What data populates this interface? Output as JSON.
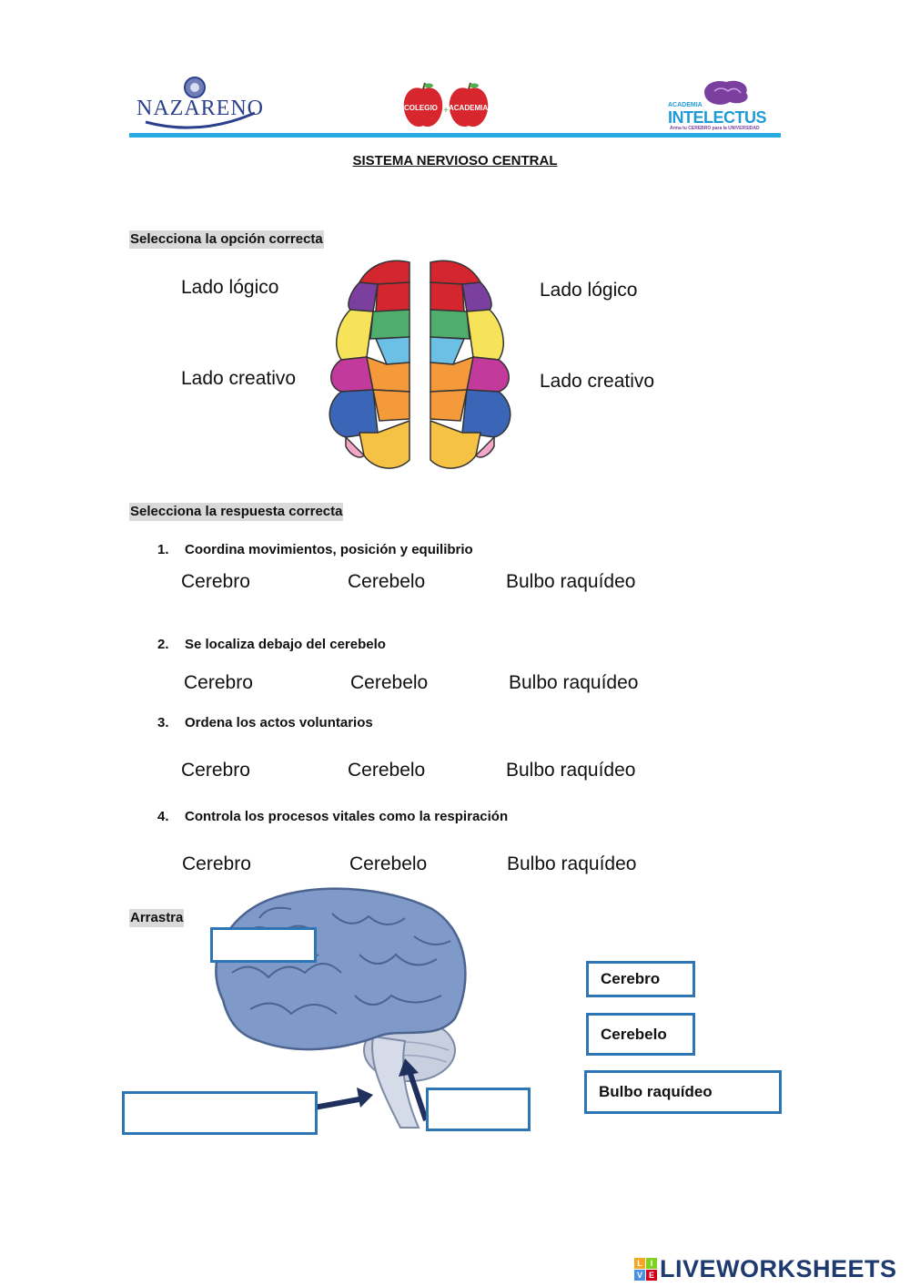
{
  "header": {
    "logo_left": "NAZARENO",
    "logo_center_left": "COLEGIO",
    "logo_center_right": "ACADEMIA",
    "logo_right_small": "ACADEMIA",
    "logo_right": "INTELECTUS",
    "logo_right_tagline": "Arma tu CEREBRO para la UNIVERSIDAD"
  },
  "title": "SISTEMA NERVIOSO CENTRAL",
  "section1": {
    "heading": "Selecciona la opción correcta",
    "left_top": "Lado lógico",
    "left_bottom": "Lado creativo",
    "right_top": "Lado lógico",
    "right_bottom": "Lado creativo"
  },
  "section2": {
    "heading": "Selecciona la respuesta correcta",
    "questions": [
      {
        "num": "1.",
        "text": "Coordina movimientos, posición y equilibrio",
        "options": [
          "Cerebro",
          "Cerebelo",
          "Bulbo raquídeo"
        ]
      },
      {
        "num": "2.",
        "text": "Se localiza debajo del cerebelo",
        "options": [
          "Cerebro",
          "Cerebelo",
          "Bulbo raquídeo"
        ]
      },
      {
        "num": "3.",
        "text": "Ordena los actos voluntarios",
        "options": [
          "Cerebro",
          "Cerebelo",
          "Bulbo raquídeo"
        ]
      },
      {
        "num": "4.",
        "text": "Controla los procesos vitales como la respiración",
        "options": [
          "Cerebro",
          "Cerebelo",
          "Bulbo raquídeo"
        ]
      }
    ]
  },
  "section3": {
    "heading": "Arrastra",
    "tiles": [
      "Cerebro",
      "Cerebelo",
      "Bulbo raquídeo"
    ]
  },
  "footer": {
    "brand": "LIVEWORKSHEETS",
    "badge_letters": [
      "L",
      "I",
      "V",
      "E"
    ]
  },
  "colors": {
    "accent_line": "#29abe2",
    "box_border": "#2e75b6",
    "highlight": "#d9d9d9"
  }
}
